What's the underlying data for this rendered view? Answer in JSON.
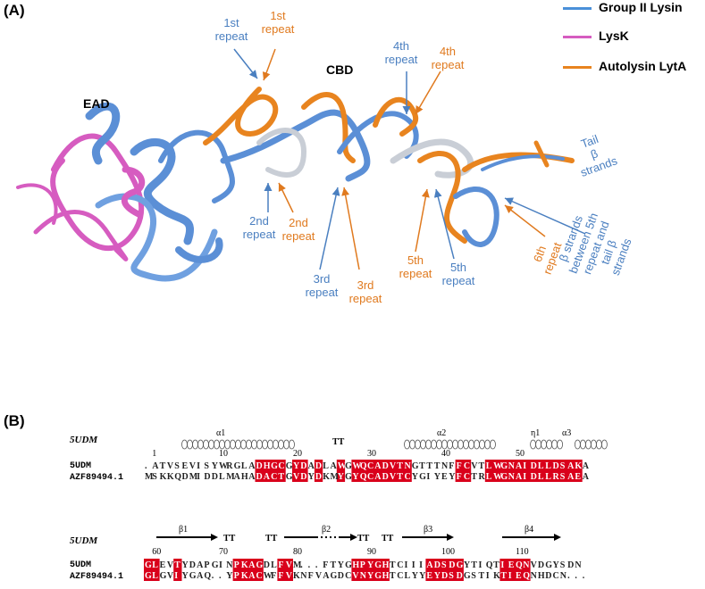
{
  "panel_a": {
    "label": "(A)",
    "legend": [
      {
        "name": "Group II Lysin",
        "color": "#4a90d9"
      },
      {
        "name": "LysK",
        "color": "#d65cc0"
      },
      {
        "name": "Autolysin LytA",
        "color": "#e8841f"
      }
    ],
    "domains": {
      "ead": "EAD",
      "cbd": "CBD"
    },
    "annotations": {
      "blue_1st": [
        "1st",
        "repeat"
      ],
      "orange_1st": [
        "1st",
        "repeat"
      ],
      "blue_4th": [
        "4th",
        "repeat"
      ],
      "orange_4th": [
        "4th",
        "repeat"
      ],
      "tail": [
        "Tail",
        "β strands"
      ],
      "blue_2nd": [
        "2nd",
        "repeat"
      ],
      "orange_2nd": [
        "2nd",
        "repeat"
      ],
      "blue_3rd": [
        "3rd",
        "repeat"
      ],
      "orange_3rd": [
        "3rd",
        "repeat"
      ],
      "orange_5th": [
        "5th",
        "repeat"
      ],
      "blue_5th": [
        "5th",
        "repeat"
      ],
      "orange_6th": [
        "6th",
        "repeat"
      ],
      "between_lines": [
        "β strands",
        "between 5th",
        "repeat and",
        "tail β",
        "strands"
      ]
    }
  },
  "panel_b": {
    "label": "(B)",
    "structure_label": "5UDM",
    "row1": {
      "ss": {
        "a1": "α1",
        "tt": "TT",
        "a2": "α2",
        "e1": "η1",
        "a3": "α3"
      },
      "numbers": [
        "1",
        "10",
        "20",
        "30",
        "40",
        "50"
      ],
      "seqs": [
        {
          "name": "5UDM",
          "seq": ".ATVSEVISYWRGLADHGCGYDADLAWGWQCADVTNGTTTNFFCVTLWGNAIDLLDSAKA"
        },
        {
          "name": "AZF89494.1",
          "seq": "MSKKQDMIDDLMAHADACTGVDYDKMYGYQCADVTCYGIYEYFCTRLWGNAIDLLRSAEA"
        }
      ]
    },
    "row2": {
      "ss": {
        "b1": "β1",
        "tt1": "TT",
        "tt2": "TT",
        "b2": "β2",
        "tt3": "TT",
        "tt4": "TT",
        "b3": "β3",
        "b4": "β4"
      },
      "numbers": [
        "60",
        "70",
        "80",
        "90",
        "100",
        "110"
      ],
      "seqs": [
        {
          "name": "5UDM",
          "seq": "GLEVTYDAPGINPKAGDLFVM...FTYGHPYGHTCIIIADSDGYTIQTIEQNVDGYSDN"
        },
        {
          "name": "AZF89494.1",
          "seq": "GLGVIYGAQ..YPKACWFFVKNFVAGDCVNYGHTCLYYEYDSDGSTIKTIEQNHDCN..."
        }
      ]
    }
  }
}
